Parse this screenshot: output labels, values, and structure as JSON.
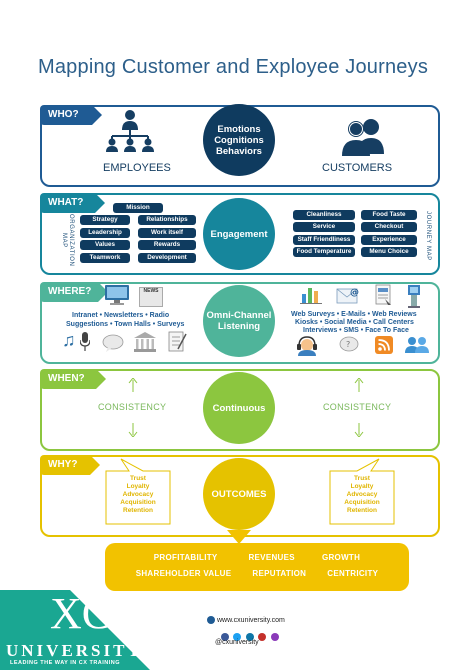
{
  "title": "Mapping Customer and Exployee Journeys",
  "who": {
    "tag": "WHO?",
    "left_label": "EMPLOYEES",
    "right_label": "CUSTOMERS",
    "circle": [
      "Emotions",
      "Cognitions",
      "Behaviors"
    ]
  },
  "what": {
    "tag": "WHAT?",
    "left_vertical": "ORGANIZATION MAP",
    "right_vertical": "JOURNEY MAP",
    "mission": "Mission",
    "left_pills": [
      "Strategy",
      "Relationships",
      "Leadership",
      "Work itself",
      "Values",
      "Rewards",
      "Teamwork",
      "Development"
    ],
    "circle": "Engagement",
    "right_pills": [
      "Cleanliness",
      "Food Taste",
      "Service",
      "Checkout",
      "Staff Friendliness",
      "Experience",
      "Food Temperature",
      "Menu Choice"
    ]
  },
  "where": {
    "tag": "WHERE?",
    "left_text": [
      "Intranet • Newsletters • Radio",
      "Suggestions • Town Halls • Surveys"
    ],
    "circle": [
      "Omni-Channel",
      "Listening"
    ],
    "right_text": [
      "Web Surveys • E-Mails • Web Reviews",
      "Kiosks • Social Media • Call Centers",
      "Interviews • SMS • Face To Face"
    ],
    "news_label": "NEWS"
  },
  "when": {
    "tag": "WHEN?",
    "left_text": "CONSISTENCY",
    "circle": "Continuous",
    "right_text": "CONSISTENCY"
  },
  "why": {
    "tag": "WHY?",
    "left_items": [
      "Trust",
      "Loyalty",
      "Advocacy",
      "Acquisition",
      "Retention"
    ],
    "circle": "OUTCOMES",
    "right_items": [
      "Trust",
      "Loyalty",
      "Advocacy",
      "Acquisition",
      "Retention"
    ]
  },
  "results": {
    "row1": [
      "PROFITABILITY",
      "REVENUES",
      "GROWTH"
    ],
    "row2": [
      "SHAREHOLDER VALUE",
      "REPUTATION",
      "CENTRICITY"
    ]
  },
  "footer": {
    "logo_letters": "XC",
    "brand": "UNIVERSITY",
    "tagline": "LEADING THE WAY IN CX TRAINING",
    "website": "www.cxuniversity.com",
    "handle": "@cxuniversity",
    "social_icons": [
      "facebook-icon",
      "twitter-icon",
      "linkedin-icon",
      "youtube-icon",
      "instagram-icon"
    ]
  },
  "colors": {
    "who": "#1f5b94",
    "what": "#16869c",
    "where": "#4fb49a",
    "when": "#8cc63f",
    "why": "#e5c200",
    "navy": "#0f3b5f",
    "results": "#f2c200"
  }
}
